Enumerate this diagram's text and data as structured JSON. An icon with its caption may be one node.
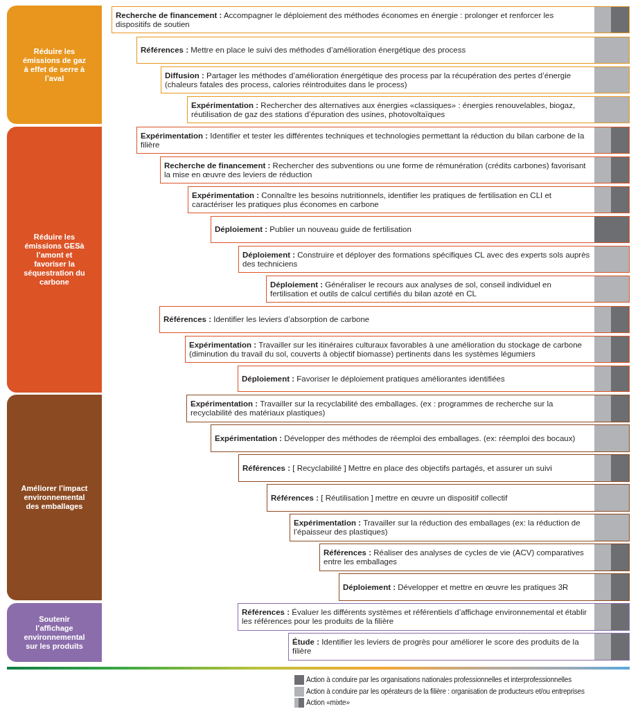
{
  "diagram": {
    "nodes": [
      {
        "text": [
          "Réduire les émissions de gaz à effet de serre à l’aval"
        ]
      },
      {
        "text": [
          "**Recherche de financement :** Accompagner le déploiement des méthodes économes en énergie : prolonger et renforcer les dispositifs de soutien"
        ]
      },
      {
        "text": [
          "**Références :** Mettre en place le suivi des méthodes d’amélioration énergétique des process"
        ]
      },
      {
        "text": [
          "**Diffusion :** Partager les méthodes d’amélioration énergétique des process par la récupération des pertes d’énergie (chaleurs fatales des process, calories réintroduites dans le process)"
        ]
      },
      {
        "text": [
          "**Expérimentation :** Rechercher des alternatives aux énergies «classiques» : énergies renouvelables, biogaz, réutilisation de gaz des stations d’épuration des usines, photovoltaïques"
        ]
      },
      {
        "text": [
          "Réduire les émissions GESà l’amont et favoriser la séquestration du carbone"
        ]
      },
      {
        "text": [
          "**Expérimentation :** Identifier et tester les différentes techniques et technologies permettant la réduction du bilan carbone de la filière"
        ]
      },
      {
        "text": [
          "**Recherche de financement :** Rechercher des subventions ou une forme de rémunération (crédits carbones) favorisant la mise en œuvre des leviers de réduction"
        ]
      },
      {
        "text": [
          "**Expérimentation :** Connaître les besoins nutritionnels, identifier les pratiques de fertilisation en CLI et caractériser les pratiques plus économes en carbone"
        ]
      },
      {
        "text": [
          "**Déploiement :** Publier un nouveau guide de fertilisation"
        ]
      },
      {
        "text": [
          "**Déploiement :** Construire et déployer des formations spécifiques CL avec des experts sols auprès des techniciens"
        ]
      },
      {
        "text": [
          "**Déploiement :** Généraliser le recours aux analyses de sol, conseil individuel en fertilisation et outils de calcul certifiés du bilan azoté en CL"
        ]
      },
      {
        "text": [
          "**Références :** Identifier les leviers d’absorption de carbone"
        ]
      },
      {
        "text": [
          "**Expérimentation :** Travailler sur les itinéraires culturaux favorables à une amélioration du stockage de carbone (diminution du travail du sol, couverts à objectif biomasse) pertinents dans les systèmes légumiers"
        ]
      },
      {
        "text": [
          "**Déploiement :** Favoriser le déploiement pratiques améliorantes identifiées"
        ]
      },
      {
        "text": [
          "Améliorer l’impact environnemental des emballages"
        ]
      },
      {
        "text": [
          "**Expérimentation :** Travailler sur la recyclabilité des emballages. (ex : programmes de recherche sur la recyclabilité des matériaux plastiques)"
        ]
      },
      {
        "text": [
          "**Expérimentation :** Développer des méthodes de réemploi des emballages. (ex: réemploi des bocaux)"
        ]
      },
      {
        "text": [
          "**Références :** [ Recyclabilité ] Mettre en place des objectifs partagés, et assurer un suivi"
        ]
      },
      {
        "text": [
          "**Références :** [ Réutilisation ] mettre en œuvre un dispositif collectif"
        ]
      },
      {
        "text": [
          "**Expérimentation :** Travailler sur la réduction des emballages (ex: la réduction de l’épaisseur des plastiques)"
        ]
      },
      {
        "text": [
          "**Références :** Réaliser des analyses de cycles de vie (ACV) comparatives entre les emballages"
        ]
      },
      {
        "text": [
          "**Déploiement :** Développer et mettre en œuvre les pratiques 3R"
        ]
      },
      {
        "text": [
          "Soutenir l’affichage environnemental sur les produits"
        ]
      },
      {
        "text": [
          "**Références :** Évaluer les différents systèmes et référentiels d’affichage environnemental et établir les références pour les produits de la filière"
        ]
      },
      {
        "text": [
          "**Étude :** Identifier les leviers de progrès pour améliorer le score des produits de la filière"
        ]
      }
    ],
    "legend": [
      {
        "text": "Action à conduire par les organisations nationales professionnelles et interprofessionnelles",
        "color": "#6d6e71"
      },
      {
        "text": "Action à conduire par les opérateurs de la filière : organisation de producteurs et/ou entreprises",
        "color": "#b1b3b6"
      },
      {
        "text": "Action «mixte»"
      }
    ]
  }
}
